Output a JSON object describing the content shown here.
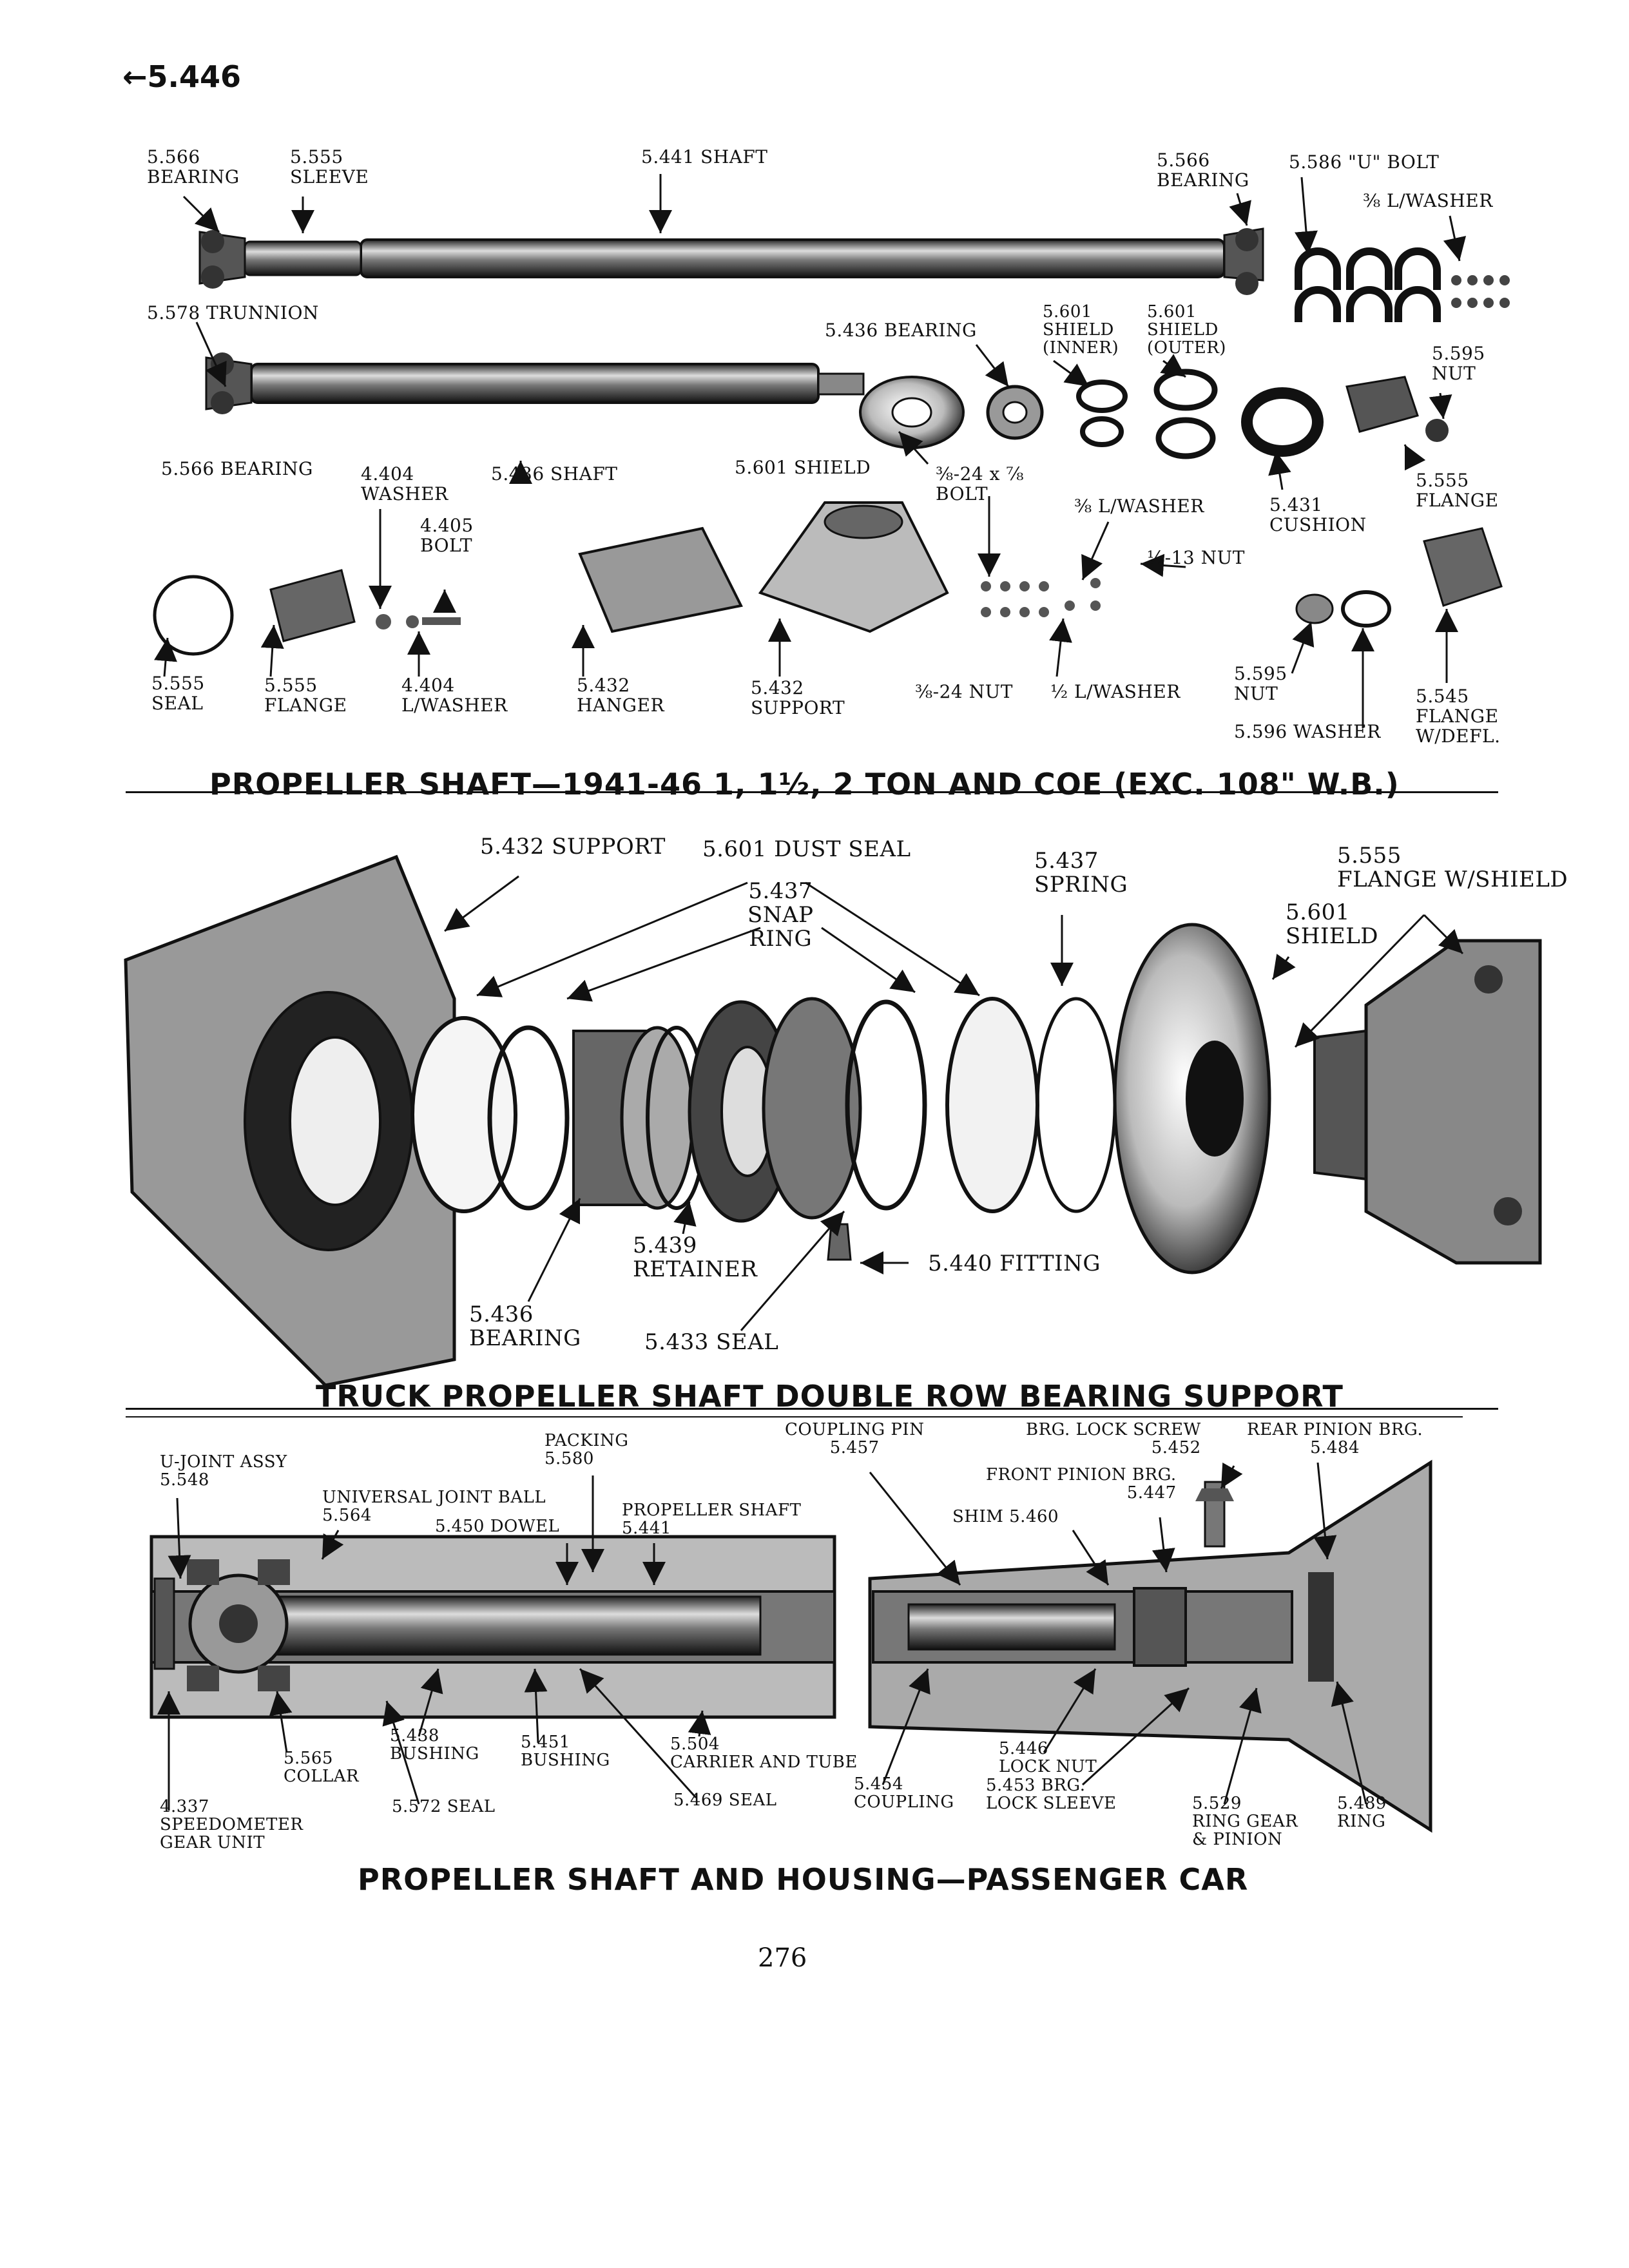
{
  "page_ref": "←5.446",
  "page_number": "276",
  "sections": {
    "truck_shaft": {
      "title": "PROPELLER SHAFT—1941-46 1, 1½, 2 TON AND COE (EXC. 108\" W.B.)",
      "labels": [
        "5.566\nBEARING",
        "5.555\nSLEEVE",
        "5.441 SHAFT",
        "5.566\nBEARING",
        "5.586 \"U\" BOLT",
        "⅜ L/WASHER",
        "5.578 TRUNNION",
        "5.436 BEARING",
        "5.601\nSHIELD\n(INNER)",
        "5.601\nSHIELD\n(OUTER)",
        "5.595\nNUT",
        "5.566 BEARING",
        "4.404\nWASHER",
        "5.436 SHAFT",
        "5.601 SHIELD",
        "⅜-24 x ⅞\nBOLT",
        "⅜ L/WASHER",
        "5.555\nFLANGE",
        "5.431\nCUSHION",
        "4.405\nBOLT",
        "½-13 NUT",
        "5.555\nSEAL",
        "5.555\nFLANGE",
        "4.404\nL/WASHER",
        "5.432\nHANGER",
        "5.432\nSUPPORT",
        "⅜-24 NUT",
        "½ L/WASHER",
        "5.595\nNUT",
        "5.545\nFLANGE\nW/DEFL.",
        "5.596 WASHER"
      ]
    },
    "bearing_support": {
      "title": "TRUCK PROPELLER SHAFT DOUBLE ROW BEARING SUPPORT",
      "labels": [
        "5.432 SUPPORT",
        "5.601 DUST SEAL",
        "5.437\nSNAP\nRING",
        "5.437\nSPRING",
        "5.555\nFLANGE W/SHIELD",
        "5.601\nSHIELD",
        "5.439\nRETAINER",
        "5.440 FITTING",
        "5.436\nBEARING",
        "5.433 SEAL"
      ]
    },
    "passenger_car": {
      "title": "PROPELLER SHAFT AND HOUSING—PASSENGER CAR",
      "labels": [
        "U-JOINT ASSY\n5.548",
        "UNIVERSAL JOINT BALL\n5.564",
        "PACKING\n5.580",
        "5.450 DOWEL",
        "PROPELLER SHAFT\n5.441",
        "COUPLING PIN\n5.457",
        "BRG. LOCK SCREW\n5.452",
        "REAR PINION BRG.\n5.484",
        "FRONT PINION BRG.\n5.447",
        "SHIM 5.460",
        "5.438\nBUSHING",
        "5.451\nBUSHING",
        "5.504\nCARRIER AND TUBE",
        "5.565\nCOLLAR",
        "4.337\nSPEEDOMETER\nGEAR UNIT",
        "5.572 SEAL",
        "5.469 SEAL",
        "5.454\nCOUPLING",
        "5.446\nLOCK NUT",
        "5.453 BRG.\nLOCK SLEEVE",
        "5.529\nRING GEAR\n& PINION",
        "5.489\nRING"
      ]
    }
  }
}
